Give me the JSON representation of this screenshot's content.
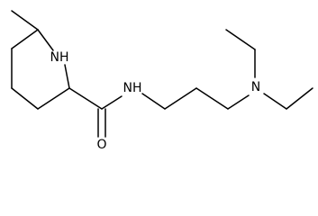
{
  "molecule": {
    "atoms": {
      "nh_ring": "NH",
      "o_carbonyl": "O",
      "nh_amide": "NH",
      "n_amine": "N"
    }
  }
}
